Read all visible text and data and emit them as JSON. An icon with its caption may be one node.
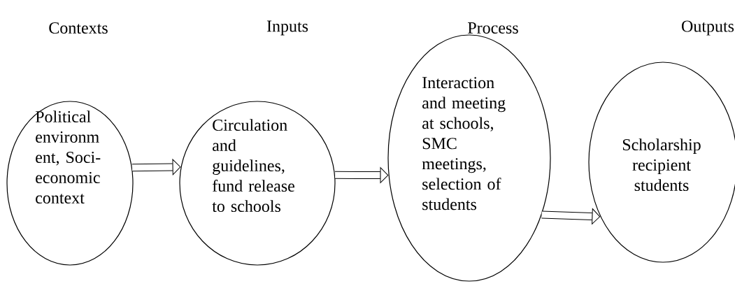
{
  "diagram": {
    "nodes": [
      {
        "text": [
          "Political environm ent, Soci-economic context"
        ]
      },
      {
        "text": [
          "Circulation and guidelines, fund release to schools"
        ]
      },
      {
        "text": [
          "Interaction and meeting at schools, SMC meetings, selection of students"
        ]
      },
      {
        "text": [
          "Scholarship recipient students"
        ]
      }
    ],
    "edges": [
      {
        "from": 0,
        "to": 1,
        "arrow": "to"
      },
      {
        "from": 1,
        "to": 2,
        "arrow": "to"
      },
      {
        "from": 2,
        "to": 3,
        "arrow": "to"
      }
    ],
    "labels": [
      "Contexts",
      "Inputs",
      "Process",
      "Outputs"
    ]
  }
}
